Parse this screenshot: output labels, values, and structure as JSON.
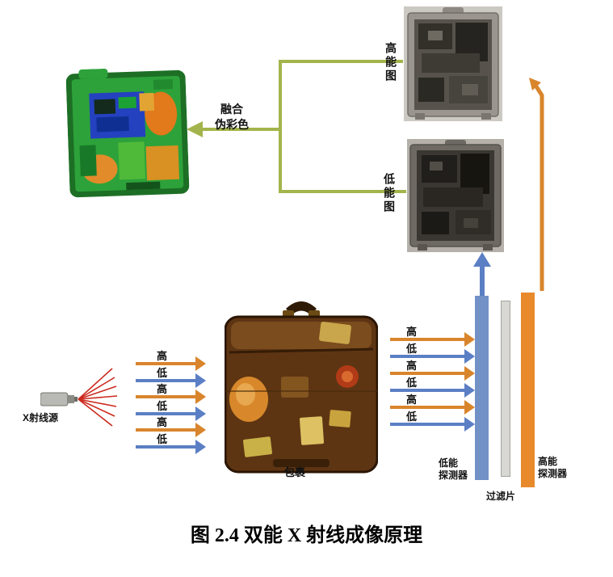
{
  "caption": "图 2.4 双能 X 射线成像原理",
  "labels": {
    "fusion_line1": "融合",
    "fusion_line2": "伪彩色",
    "high_energy_image": "高能图",
    "low_energy_image": "低能图",
    "xray_source": "X射线源",
    "package": "包裹",
    "filter": "过滤片",
    "low_detector": [
      "低能",
      "探测器"
    ],
    "high_detector": [
      "高能",
      "探测器"
    ]
  },
  "beams_left": [
    "高",
    "低",
    "高",
    "低",
    "高",
    "低"
  ],
  "beams_right": [
    "高",
    "低",
    "高",
    "低",
    "高",
    "低"
  ],
  "colors": {
    "high_energy_orange": "#d9852c",
    "low_energy_blue": "#5b7fc4",
    "fusion_green": "#a4b44c",
    "xray_red": "#cc2a1e",
    "detector_low_fill": "#7191c7",
    "detector_high_fill": "#e8892b",
    "filter_fill": "#d8d7d3"
  }
}
